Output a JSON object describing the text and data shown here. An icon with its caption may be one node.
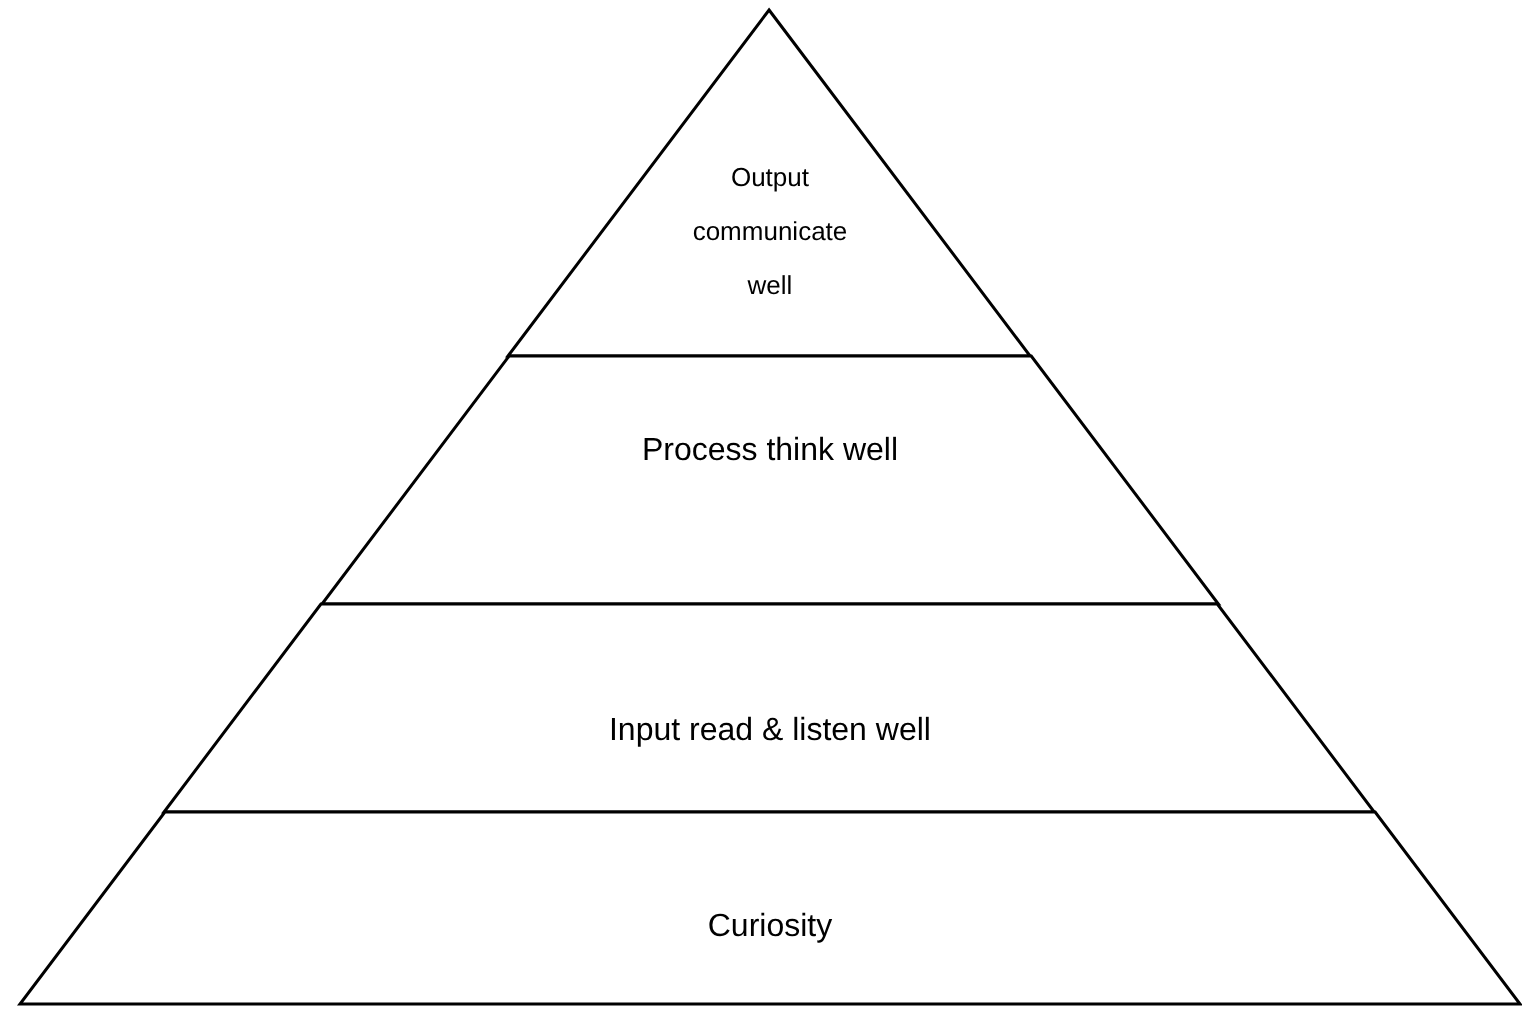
{
  "diagram": {
    "nodes": [
      {
        "text": [
          "Output communicate well"
        ]
      },
      {
        "text": [
          "Process think well"
        ]
      },
      {
        "text": [
          "Input read & listen well"
        ]
      },
      {
        "text": [
          "Curiosity"
        ]
      }
    ]
  }
}
